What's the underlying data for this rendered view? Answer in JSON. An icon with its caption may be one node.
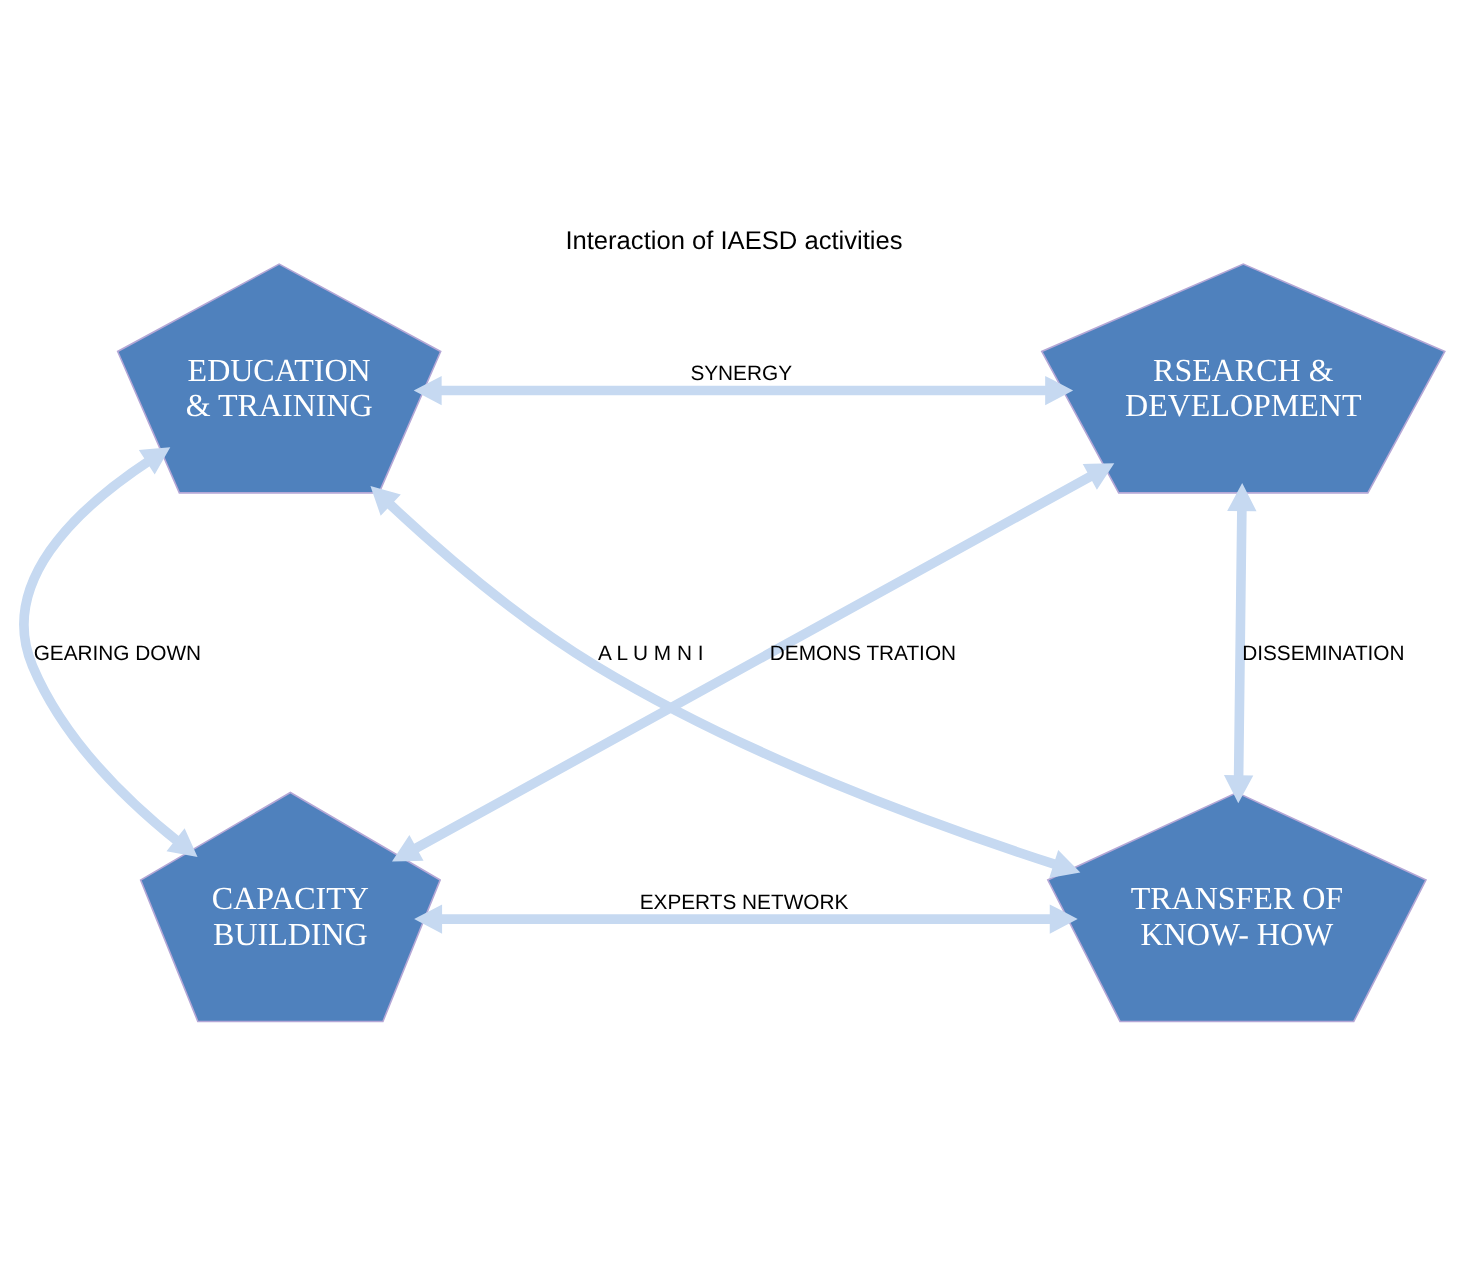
{
  "diagram": {
    "title": "Interaction of IAESD activities",
    "nodes": [
      {
        "text": [
          "EDUCATION & TRAINING"
        ]
      },
      {
        "text": [
          "RSEARCH & DEVELOPMENT"
        ]
      },
      {
        "text": [
          "CAPACITY BUILDING"
        ]
      },
      {
        "text": [
          "TRANSFER OF KNOW- HOW"
        ]
      }
    ],
    "edges": [
      {
        "from": 0,
        "to": 1,
        "arrow": "both",
        "label": "SYNERGY"
      },
      {
        "from": 0,
        "to": 2,
        "arrow": "both",
        "label": "GEARING DOWN"
      },
      {
        "from": 1,
        "to": 3,
        "arrow": "both",
        "label": "DISSEMINATION"
      },
      {
        "from": 0,
        "to": 3,
        "arrow": "both",
        "label": "A L U M N I"
      },
      {
        "from": 1,
        "to": 2,
        "arrow": "both",
        "label": "DEMONS TRATION"
      },
      {
        "from": 2,
        "to": 3,
        "arrow": "both",
        "label": "EXPERTS NETWORK"
      }
    ]
  }
}
